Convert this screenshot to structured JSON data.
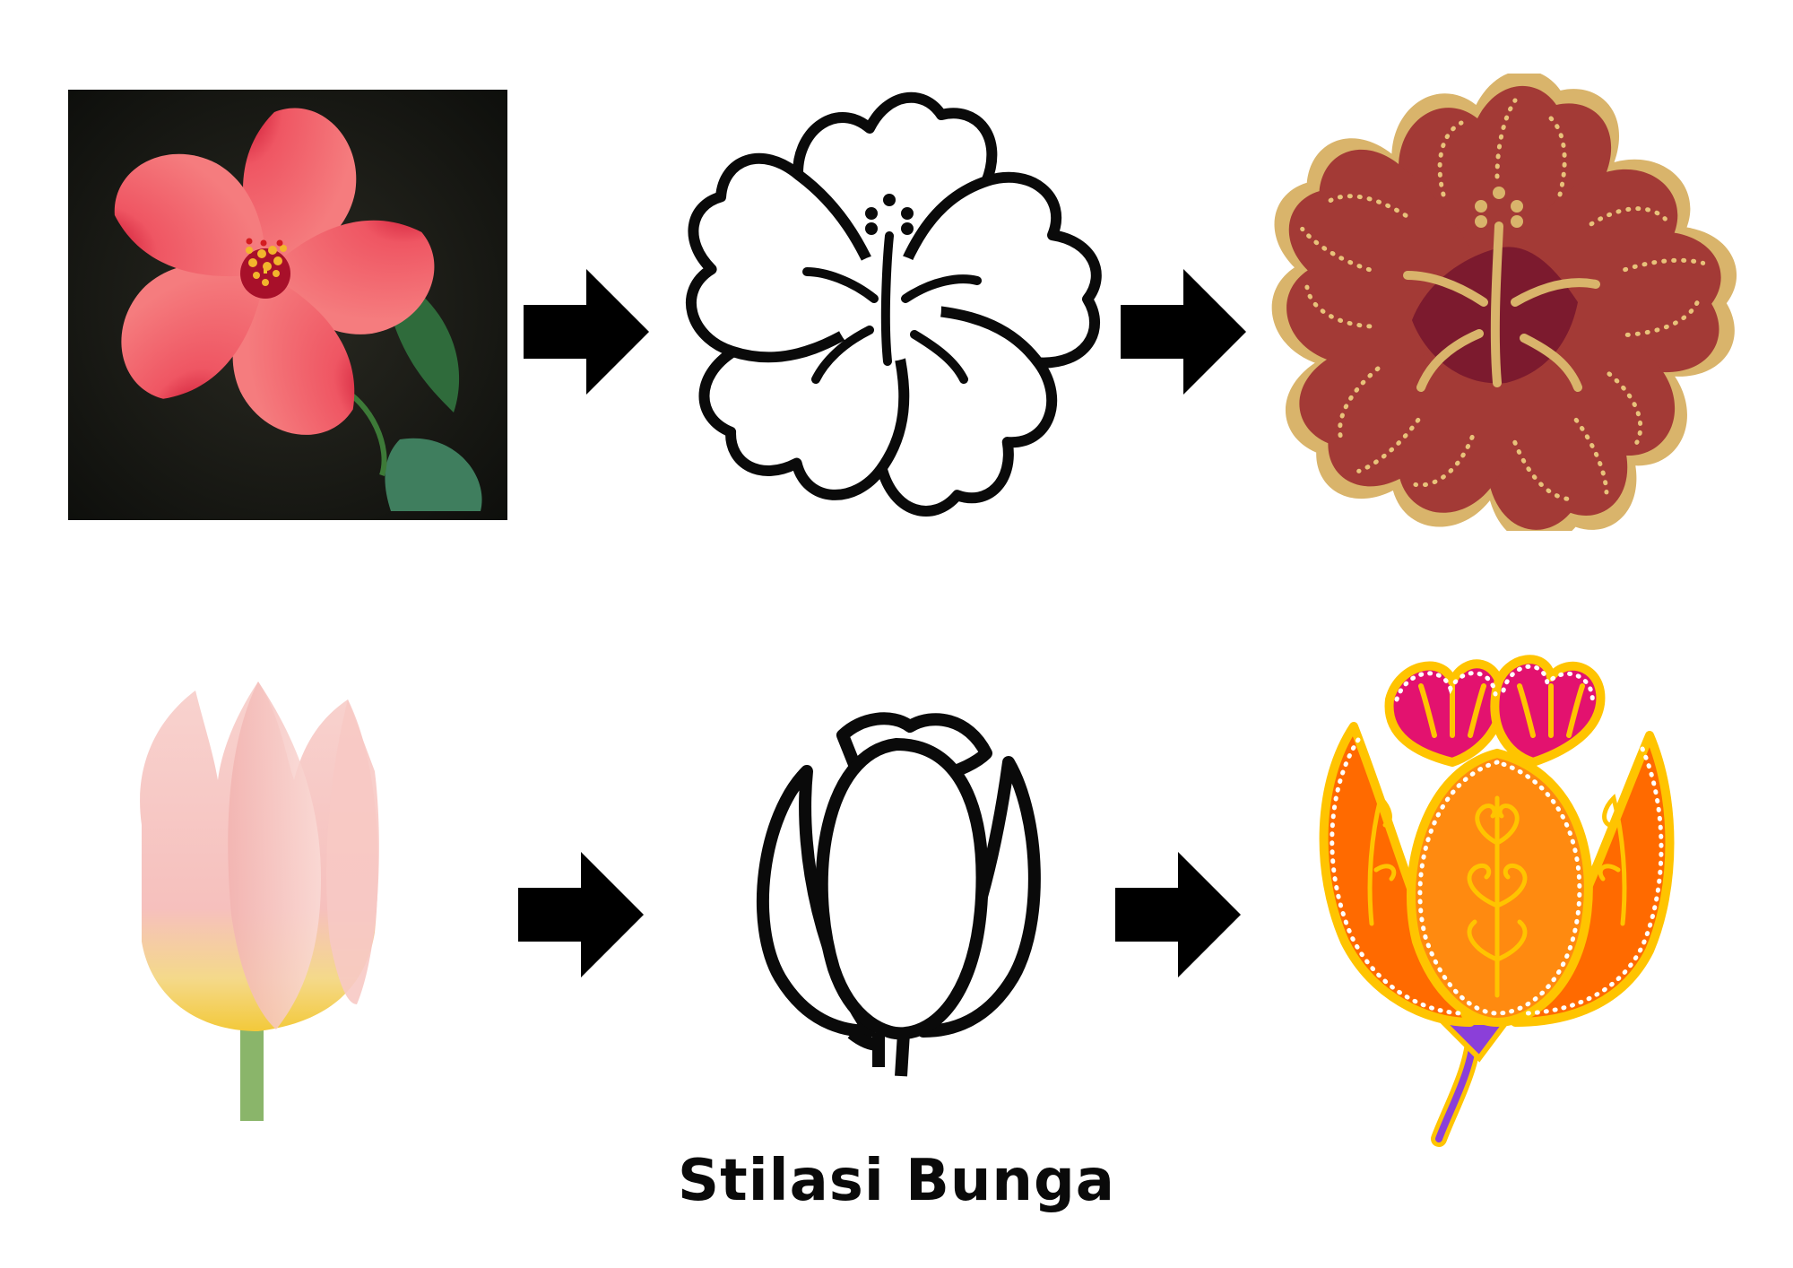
{
  "title": "Stilasi Bunga",
  "rows": [
    {
      "name": "hibiscus",
      "stages": [
        {
          "kind": "photo",
          "icon": "hibiscus-photo"
        },
        {
          "kind": "outline",
          "icon": "hibiscus-outline-icon"
        },
        {
          "kind": "stylized",
          "icon": "hibiscus-batik-motif"
        }
      ]
    },
    {
      "name": "tulip",
      "stages": [
        {
          "kind": "photo",
          "icon": "tulip-photo"
        },
        {
          "kind": "outline",
          "icon": "tulip-outline-icon"
        },
        {
          "kind": "stylized",
          "icon": "tulip-batik-motif"
        }
      ]
    }
  ],
  "colors": {
    "arrow": "#000000",
    "hibiscus_red": "#ee5a68",
    "batik_maroon": "#a33a36",
    "batik_gold": "#d9b46b",
    "tulip_pink": "#f7c6c2",
    "tulip_orange": "#ff6a00",
    "tulip_magenta": "#e3126f"
  }
}
